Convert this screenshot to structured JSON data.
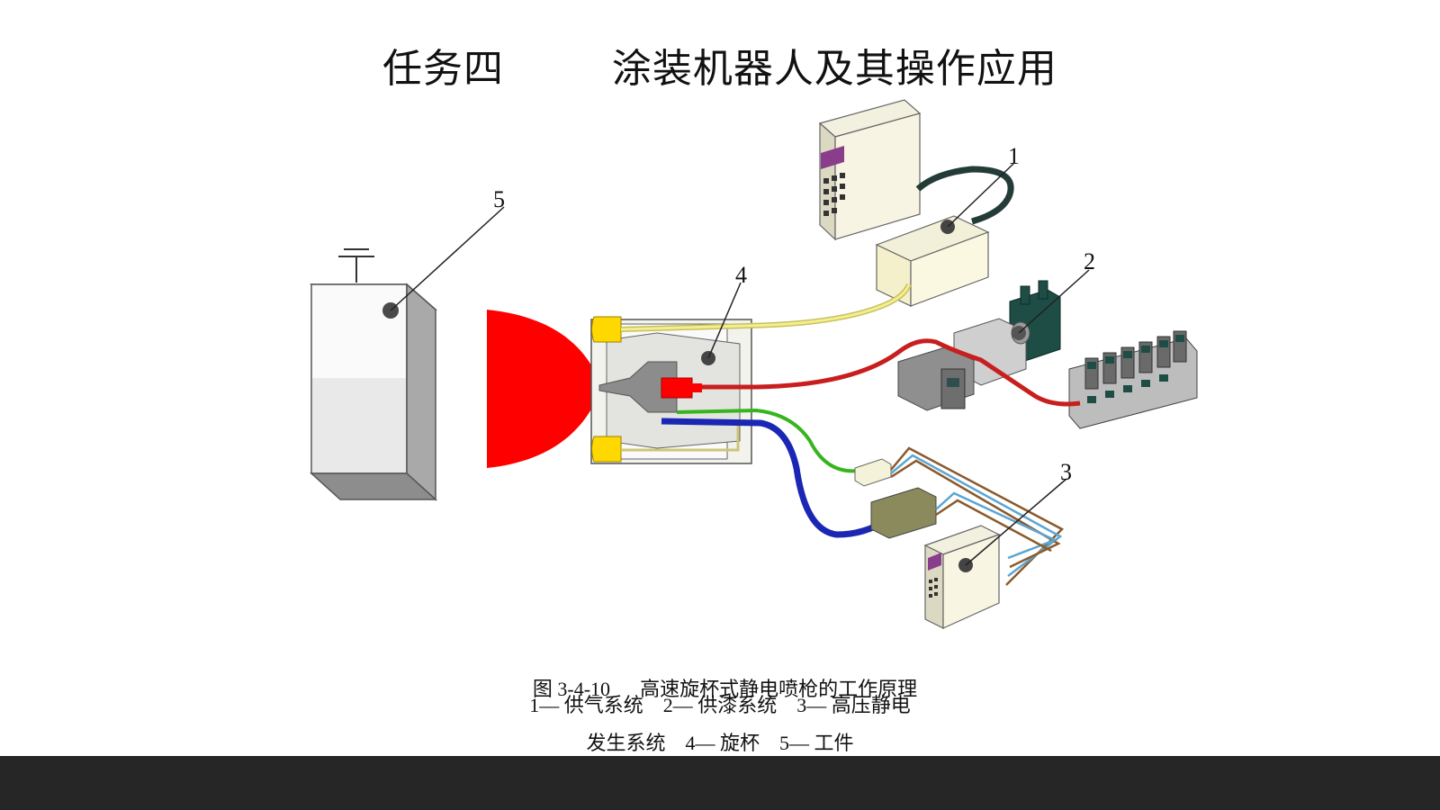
{
  "slide": {
    "title": "任务四        涂装机器人及其操作应用"
  },
  "diagram": {
    "labels": {
      "l1": "1",
      "l2": "2",
      "l3": "3",
      "l4": "4",
      "l5": "5"
    }
  },
  "caption": {
    "figure_no": "图 3-4-10",
    "figure_title": "高速旋杯式静电喷枪的工作原理",
    "line2": "1— 供气系统    2— 供漆系统    3— 高压静电",
    "line3": "发生系统    4— 旋杯    5— 工件"
  },
  "colors": {
    "paint_spray": "#ff0000",
    "air_line": "#e6e070",
    "paint_line": "#c81e1e",
    "hv_line_green": "#36b51e",
    "hv_line_blue": "#1b26b4",
    "footer_bar": "#262626"
  }
}
